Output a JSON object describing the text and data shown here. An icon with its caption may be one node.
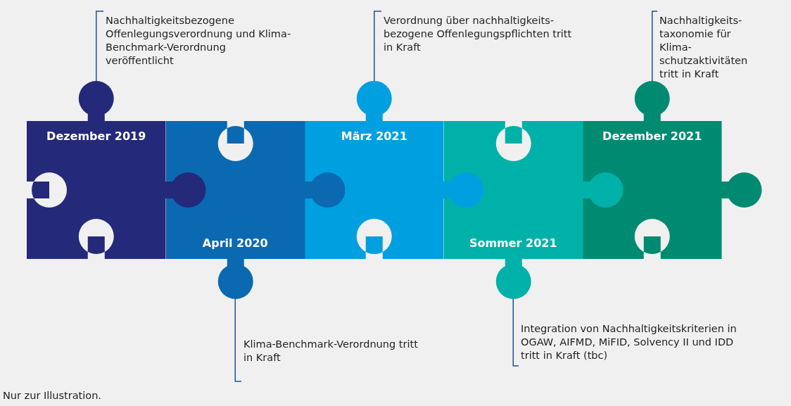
{
  "diagram": {
    "caption": "Nur zur Illustration.",
    "nodes": [
      {
        "text": [
          "Dezember 2019"
        ]
      },
      {
        "text": [
          "Nachhaltigkeitsbezogene Offenlegungsverordnung und Klima-Benchmark-Verordnung veröffentlicht"
        ]
      },
      {
        "text": [
          "April 2020"
        ]
      },
      {
        "text": [
          "Klima-Benchmark-Verordnung tritt in Kraft"
        ]
      },
      {
        "text": [
          "März 2021"
        ]
      },
      {
        "text": [
          "Verordnung über nachhaltigkeits- bezogene Offenlegungspflichten tritt in Kraft"
        ]
      },
      {
        "text": [
          "Sommer 2021"
        ]
      },
      {
        "text": [
          "Integration von Nachhaltigkeitskriterien in OGAW, AIFMD, MiFID, Solvency II und IDD tritt in Kraft (tbc)"
        ]
      },
      {
        "text": [
          "Dezember 2021"
        ]
      },
      {
        "text": [
          "Nachhaltigkeits- taxonomie für Klima- schutzaktivitäten tritt in Kraft"
        ]
      }
    ],
    "edges": [
      {
        "from": 1,
        "to": 0,
        "arrow": "none"
      },
      {
        "from": 3,
        "to": 2,
        "arrow": "none"
      },
      {
        "from": 5,
        "to": 4,
        "arrow": "none"
      },
      {
        "from": 7,
        "to": 6,
        "arrow": "none"
      },
      {
        "from": 9,
        "to": 8,
        "arrow": "none"
      }
    ]
  }
}
